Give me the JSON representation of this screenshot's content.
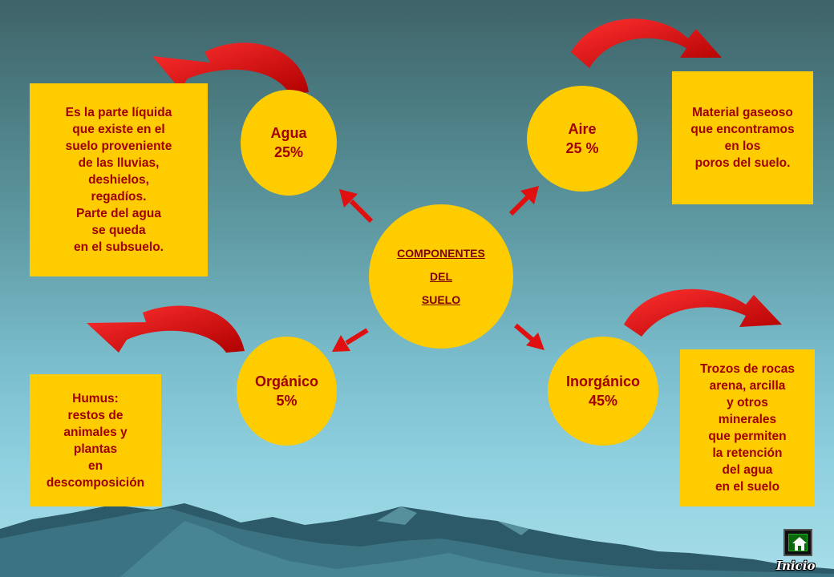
{
  "center": {
    "lines": [
      "COMPONENTES",
      "DEL",
      "SUELO"
    ]
  },
  "components": {
    "agua": {
      "name": "Agua",
      "value": "25%"
    },
    "aire": {
      "name": "Aire",
      "value": "25 %"
    },
    "organico": {
      "name": "Orgánico",
      "value": "5%"
    },
    "inorganico": {
      "name": "Inorgánico",
      "value": "45%"
    }
  },
  "descriptions": {
    "agua": [
      "Es la  parte líquida",
      "que existe en el",
      "suelo proveniente",
      "de las lluvias,",
      "deshielos,",
      "regadíos.",
      "Parte del agua",
      "se queda",
      "en el subsuelo."
    ],
    "aire": [
      "Material gaseoso",
      "que encontramos",
      "en los",
      "poros del suelo."
    ],
    "organico": [
      "Humus:",
      "restos de",
      "animales y",
      "plantas",
      "en",
      "descomposición"
    ],
    "inorganico": [
      "Trozos de rocas",
      "arena, arcilla",
      "y otros",
      "minerales",
      "que permiten",
      "la retención",
      "del agua",
      "en el suelo"
    ]
  },
  "nav": {
    "home_label": "Inicio",
    "icon": "home-icon"
  },
  "colors": {
    "circle": "#ffcc00",
    "text": "#a00000",
    "arrow": "#e01010"
  }
}
